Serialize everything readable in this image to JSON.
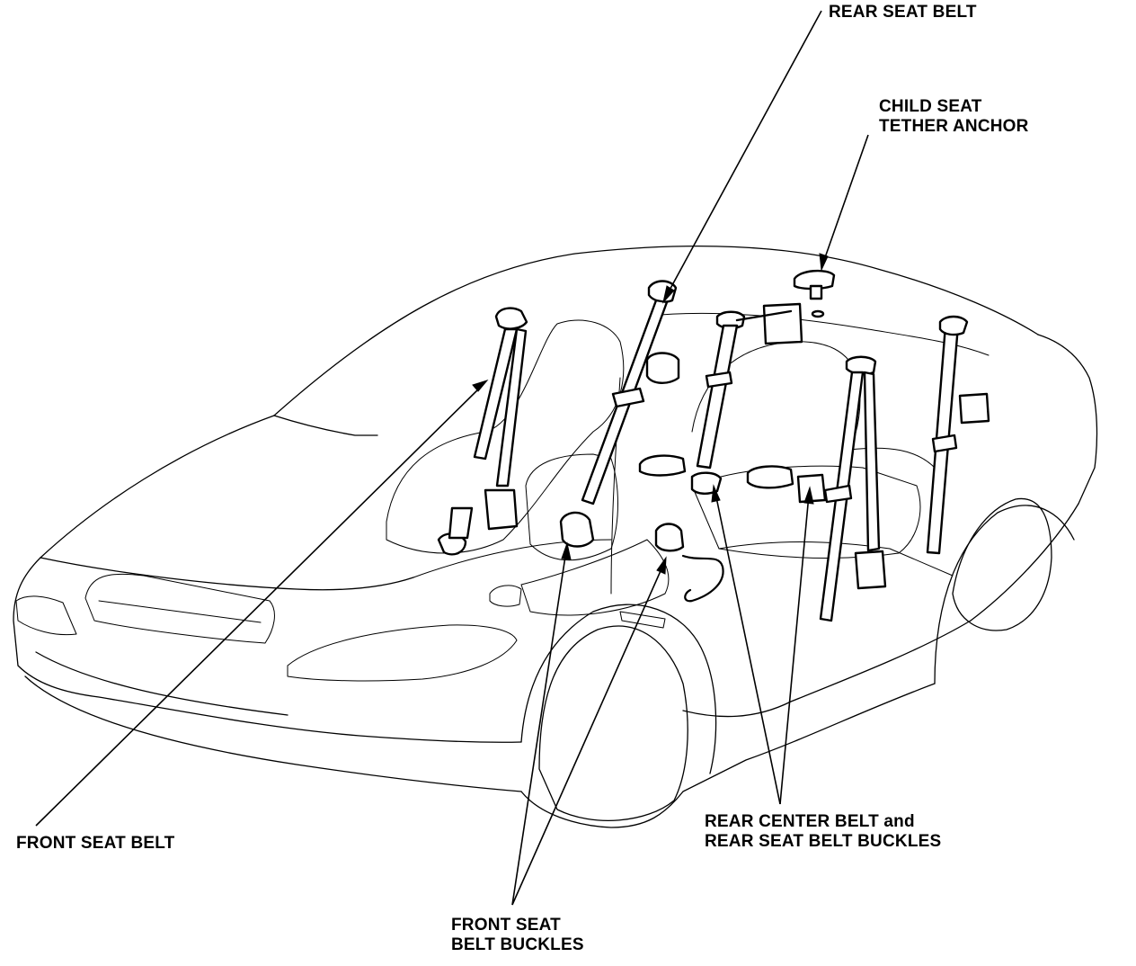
{
  "diagram": {
    "labels": {
      "rear_seat_belt": "REAR SEAT BELT",
      "child_seat_line1": "CHILD SEAT",
      "child_seat_line2": "TETHER ANCHOR",
      "front_seat_belt": "FRONT SEAT BELT",
      "rear_center_line1": "REAR CENTER BELT and",
      "rear_center_line2": "REAR SEAT BELT BUCKLES",
      "front_buckles_line1": "FRONT SEAT",
      "front_buckles_line2": "BELT BUCKLES"
    },
    "colors": {
      "ink": "#000000",
      "paper": "#ffffff"
    }
  }
}
